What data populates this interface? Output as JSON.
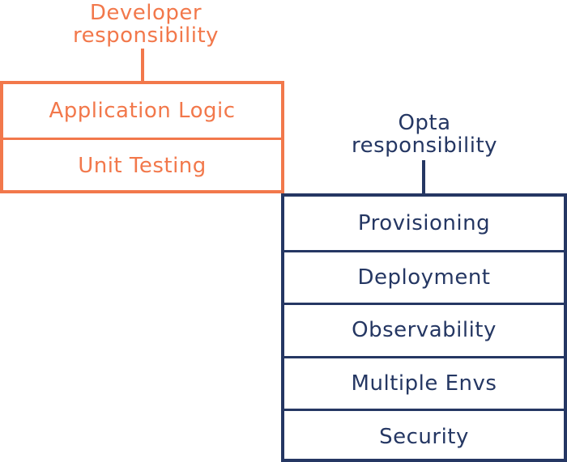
{
  "colors": {
    "developer": "#f2784b",
    "opta": "#253763"
  },
  "developer": {
    "heading_line1": "Developer",
    "heading_line2": "responsibility",
    "items": [
      {
        "label": "Application Logic"
      },
      {
        "label": "Unit Testing"
      }
    ]
  },
  "opta": {
    "heading_line1": "Opta",
    "heading_line2": "responsibility",
    "items": [
      {
        "label": "Provisioning"
      },
      {
        "label": "Deployment"
      },
      {
        "label": "Observability"
      },
      {
        "label": "Multiple Envs"
      },
      {
        "label": "Security"
      }
    ]
  }
}
